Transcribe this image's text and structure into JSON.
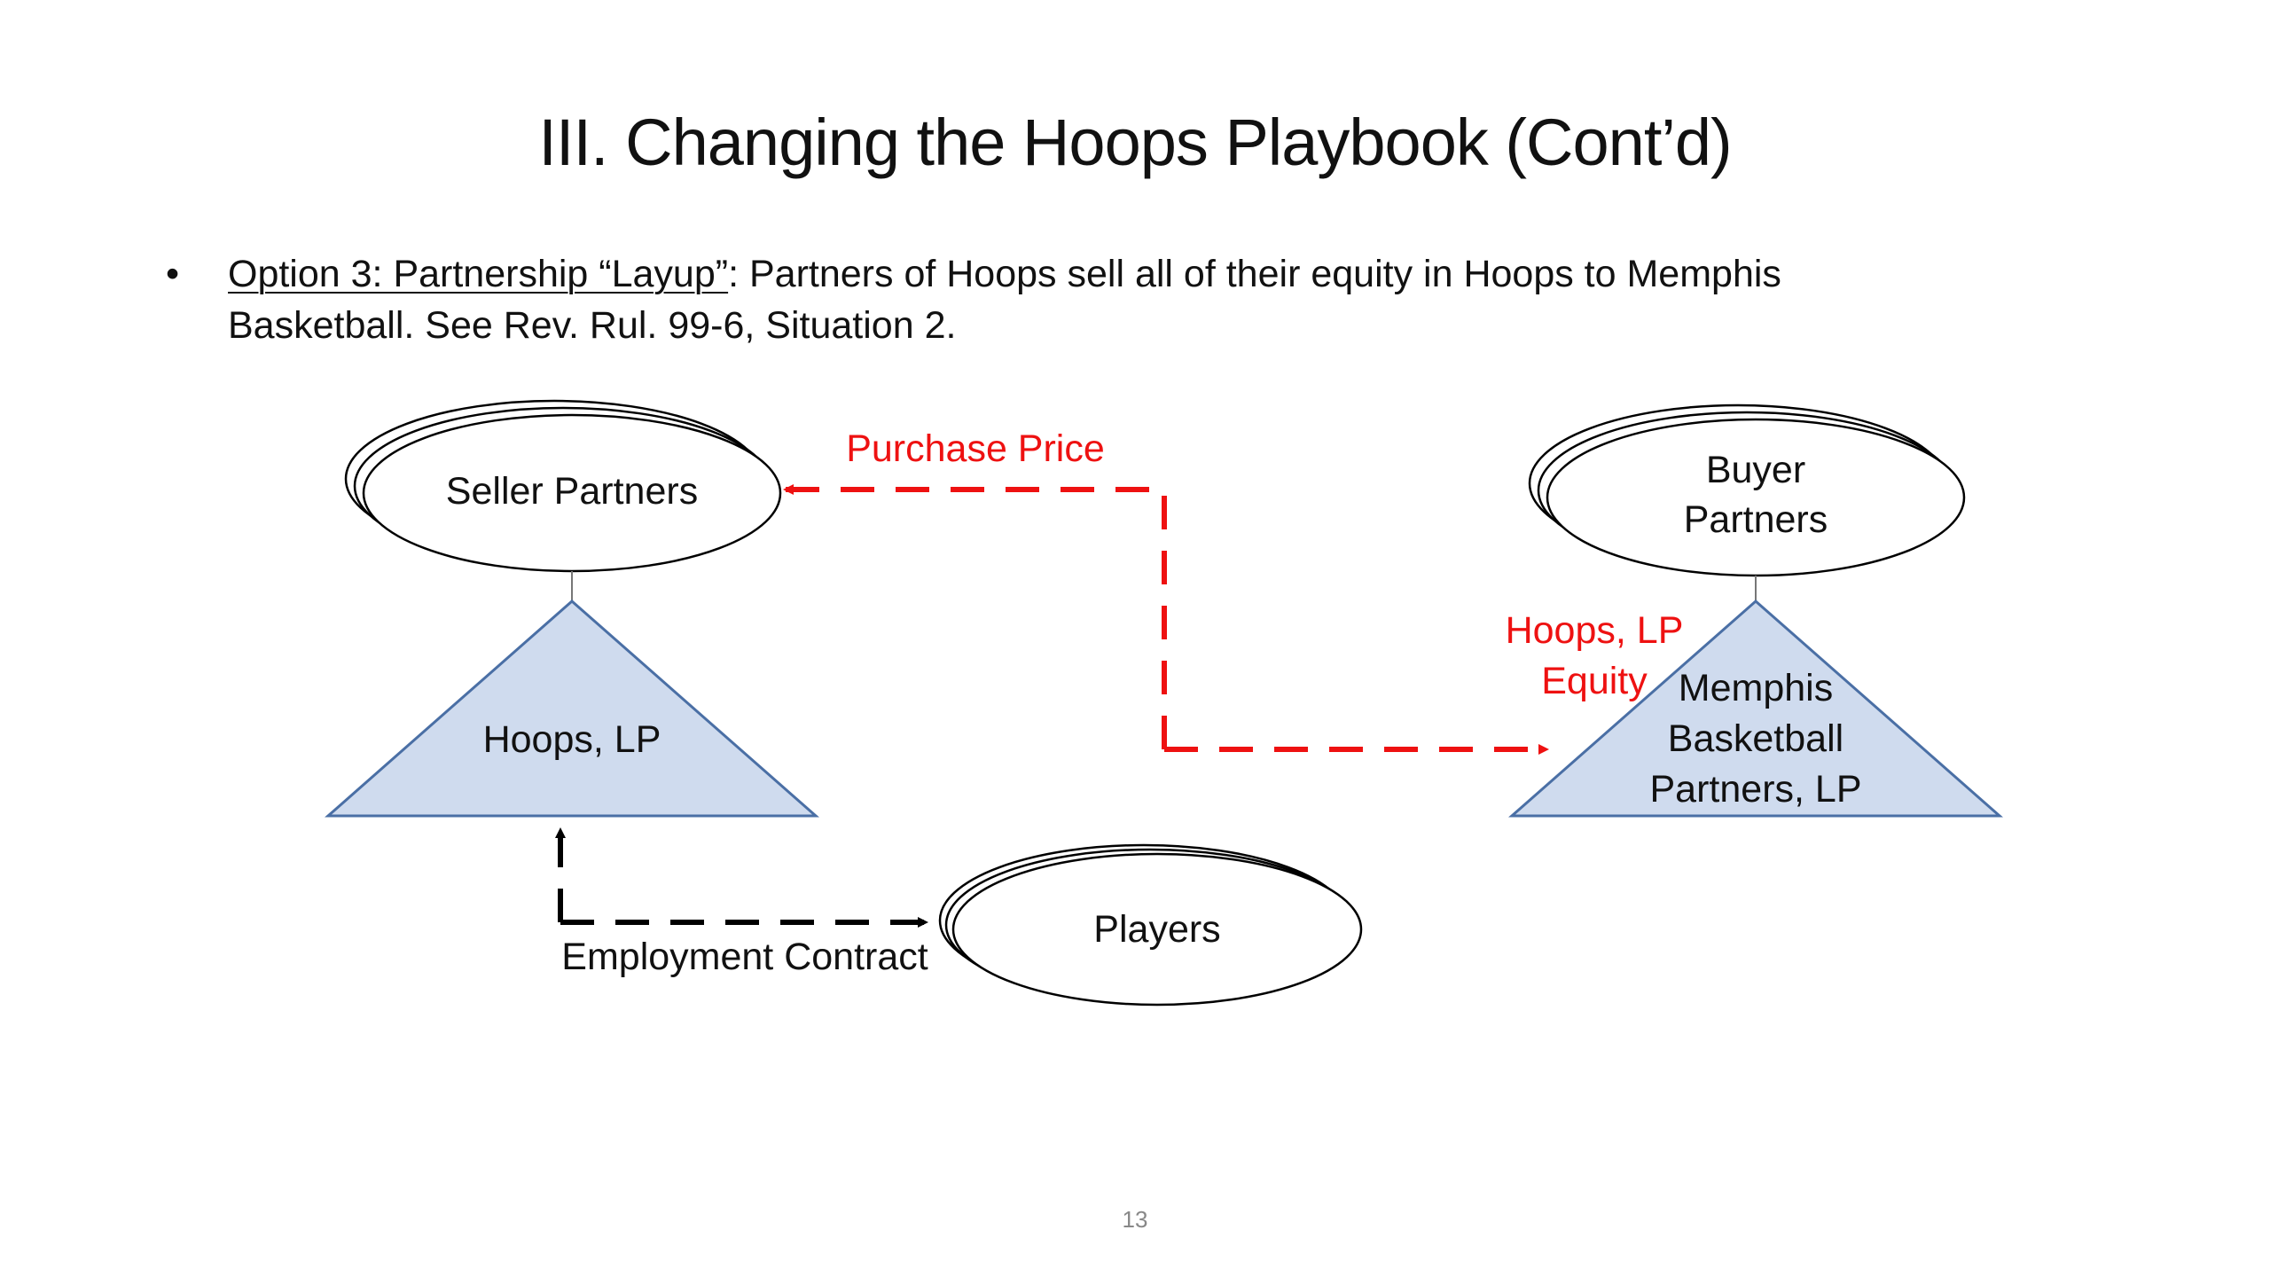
{
  "slide": {
    "title": "III. Changing the Hoops Playbook (Cont’d)",
    "bullet": {
      "underlined": "Option 3: Partnership “Layup”",
      "line1_rest": ": Partners of Hoops sell all of their equity in Hoops to Memphis",
      "line2": "Basketball. See Rev. Rul. 99-6, Situation 2."
    },
    "page_number": "13"
  },
  "diagram": {
    "seller_partners": "Seller Partners",
    "buyer_partners_line1": "Buyer",
    "buyer_partners_line2": "Partners",
    "hoops_lp": "Hoops, LP",
    "memphis_line1": "Memphis",
    "memphis_line2": "Basketball",
    "memphis_line3": "Partners, LP",
    "players": "Players",
    "purchase_price": "Purchase Price",
    "equity_line1": "Hoops, LP",
    "equity_line2": "Equity",
    "employment_contract": "Employment Contract"
  },
  "colors": {
    "triangle_fill": "#cfdbee",
    "triangle_stroke": "#4a6fa5",
    "red_arrow": "#ee1111",
    "black_arrow": "#000000"
  }
}
